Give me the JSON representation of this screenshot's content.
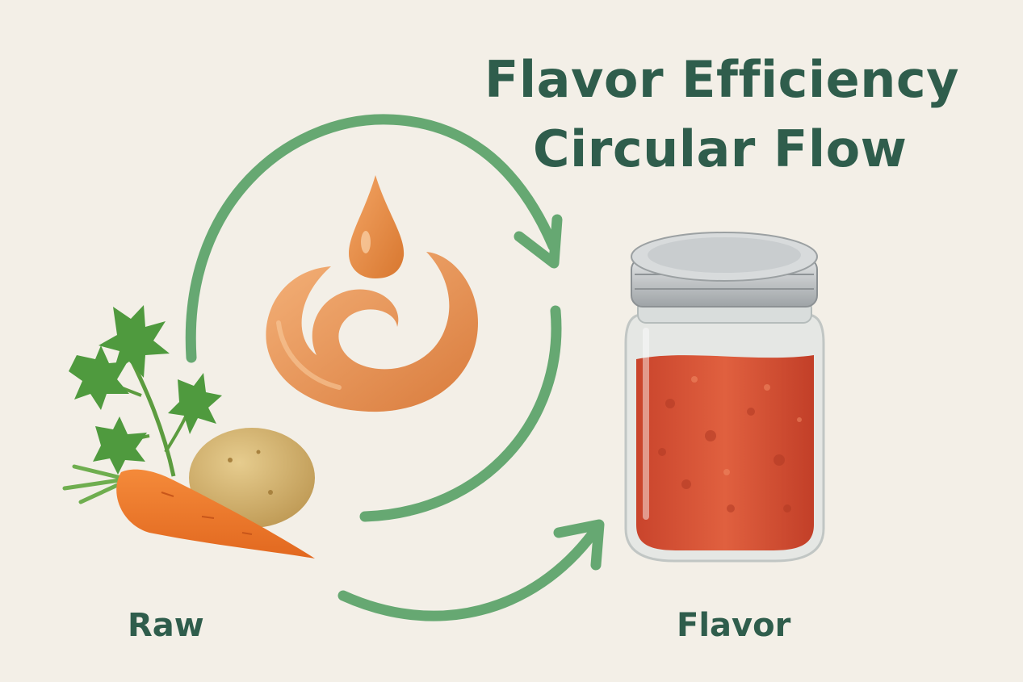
{
  "title": {
    "line1": "Flavor Efficiency",
    "line2": "Circular Flow"
  },
  "labels": {
    "raw": "Raw",
    "flavor": "Flavor"
  },
  "icons": {
    "raw_ingredients": "carrot-potato-parsley-icon",
    "process": "sauce-swirl-drop-icon",
    "output": "sauce-jar-icon"
  },
  "colors": {
    "background": "#f3efe7",
    "arrow": "#66a872",
    "text": "#2f5d4c",
    "sauce": "#e5905a",
    "jar_sauce": "#d9543a"
  }
}
